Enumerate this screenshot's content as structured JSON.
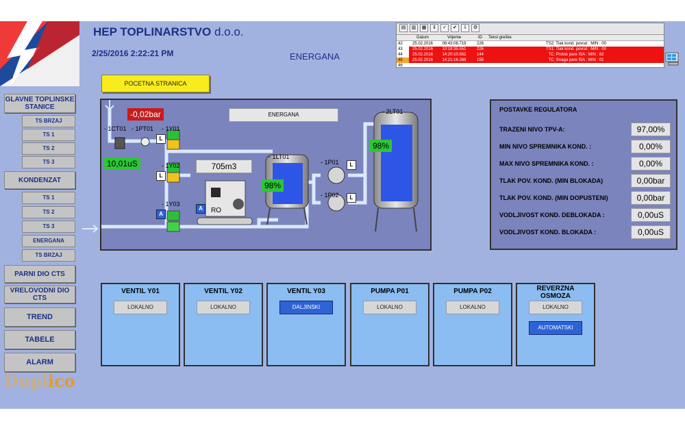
{
  "header": {
    "company": "HEP TOPLINARSTVO",
    "company_suffix": "d.o.o.",
    "datetime": "2/25/2016 2:22:21 PM",
    "title": "ENERGANA",
    "home_button": "POCETNA STRANICA"
  },
  "alarms": {
    "headers": [
      "",
      "Datum",
      "Vrijeme",
      "ID",
      "Tekst greške"
    ],
    "rows": [
      {
        "n": "42",
        "date": "25.02.2016",
        "time": "08:43:08.719",
        "id": "226",
        "text": "TS2: Tlak kond. povrat : MIN : 00"
      },
      {
        "n": "43",
        "date": "25.02.2016",
        "time": "10:18:35.551",
        "id": "226",
        "text": "TS1: Tlak kond. povrat : MIN : 00"
      },
      {
        "n": "44",
        "date": "25.02.2016",
        "time": "14:20:10.561",
        "id": "144",
        "text": "TC: Protok pare ISA : MIN : 62"
      },
      {
        "n": "45",
        "date": "25.02.2016",
        "time": "14:21:16.268",
        "id": "158",
        "text": "TC: Snaga pare ISA : MIN : 01"
      },
      {
        "n": "46",
        "date": "",
        "time": "",
        "id": "",
        "text": ""
      }
    ]
  },
  "nav": {
    "main1": "GLAVNE TOPLINSKE STANICE",
    "sub1": [
      "TS BRZAJ",
      "TS 1",
      "TS 2",
      "TS 3"
    ],
    "main2": "KONDENZAT",
    "sub2": [
      "TS 1",
      "TS 2",
      "TS 3",
      "ENERGANA",
      "TS BRZAJ"
    ],
    "parni": "PARNI DIO CTS",
    "vrelovodni": "VRELOVODNI DIO CTS",
    "trend": "TREND",
    "tabele": "TABELE",
    "alarm": "ALARM"
  },
  "brand": {
    "dup": "Dupl",
    "i": "i",
    "co": "co"
  },
  "process": {
    "panel_button": "ENERGANA",
    "pressure": "-0,02bar",
    "conductivity": "10,01uS",
    "volume": "705m3",
    "level_1lt01": "98%",
    "level_2lt01": "98%",
    "tags": {
      "ct01": "- 1CT01",
      "pt01": "- 1PT01",
      "y01": "- 1Y01",
      "y02": "- 1Y02",
      "y03": "- 1Y03",
      "lt1": "- 1LT01",
      "lt2": "- 2LT01",
      "p01": "- 1P01",
      "p02": "- 1P02",
      "ro": "RO"
    },
    "badges": {
      "l": "L",
      "a": "A"
    }
  },
  "settings": {
    "title": "POSTAVKE REGULATORA",
    "rows": [
      {
        "label": "TRAZENI NIVO TPV-A:",
        "value": "97,00%"
      },
      {
        "label": "MIN NIVO SPREMNIKA KOND. :",
        "value": "0,00%"
      },
      {
        "label": "MAX NIVO SPREMNIKA KOND. :",
        "value": "0,00%"
      },
      {
        "label": "TLAK POV. KOND. (MIN BLOKADA)",
        "value": "0,00bar"
      },
      {
        "label": "TLAK POV. KOND. (MIN DOPUSTENI)",
        "value": "0,00bar"
      },
      {
        "label": "VODLJIVOST KOND. DEBLOKADA :",
        "value": "0,00uS"
      },
      {
        "label": "VODLJIVOST KOND. BLOKADA :",
        "value": "0,00uS"
      }
    ]
  },
  "controls": [
    {
      "title": "VENTIL Y01",
      "mode": "LOKALNO"
    },
    {
      "title": "VENTIL Y02",
      "mode": "LOKALNO"
    },
    {
      "title": "VENTIL Y03",
      "mode": "DALJINSKI"
    },
    {
      "title": "PUMPA P01",
      "mode": "LOKALNO"
    },
    {
      "title": "PUMPA P02",
      "mode": "LOKALNO"
    },
    {
      "title": "REVERZNA OSMOZA",
      "mode": "LOKALNO",
      "mode2": "AUTOMATSKI"
    }
  ],
  "colors": {
    "background": "#a2b2e0",
    "panel": "#7b84bd",
    "control_panel": "#8bbcf2",
    "alarm_red": "#ee1111",
    "ok_green": "#2dc637",
    "active_blue": "#2e63d6",
    "home_yellow": "#f8ec1c"
  }
}
